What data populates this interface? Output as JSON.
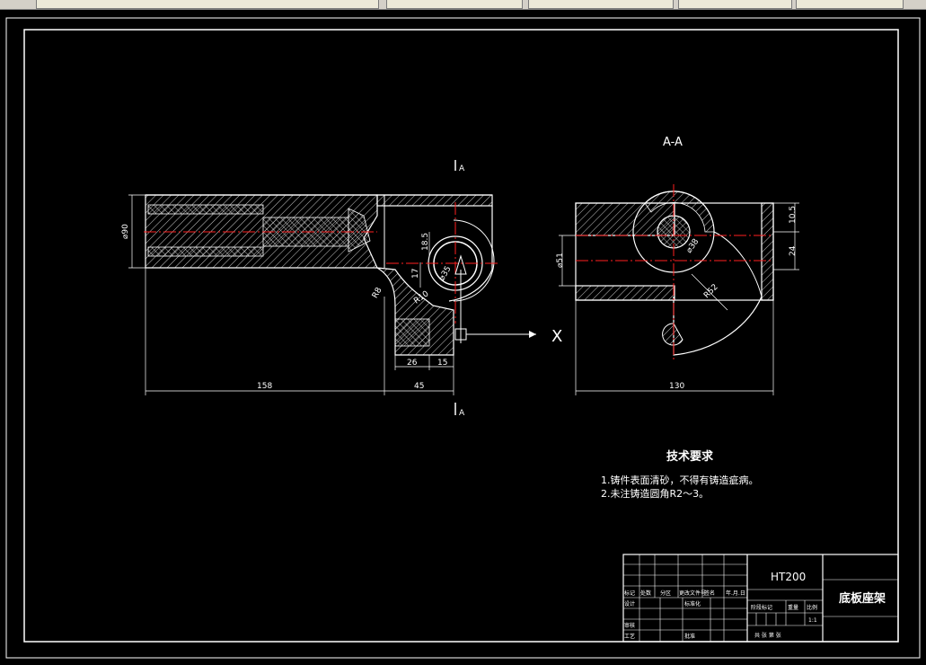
{
  "view_title": "A-A",
  "section_marker_label": "A",
  "dims": {
    "d90": "⌀90",
    "len158": "158",
    "len45": "45",
    "len26": "26",
    "len15": "15",
    "h18_5": "18.5",
    "h17": "17",
    "r10": "R10",
    "r8": "R8",
    "d35": "⌀35",
    "w130": "130",
    "d51": "⌀51",
    "d38": "⌀38",
    "r52": "R52",
    "h10_5": "10.5",
    "h24": "24"
  },
  "tech": {
    "title": "技术要求",
    "line1": "1.铸件表面清砂，不得有铸造疵病。",
    "line2": "2.未注铸造圆角R2～3。"
  },
  "title_block": {
    "material": "HT200",
    "part_name": "底板座架",
    "scale": "1:1",
    "row_labels": [
      "标记",
      "处数",
      "分区",
      "更改文件号",
      "签名",
      "年.月.日"
    ],
    "design": "设计",
    "standard": "标准化",
    "review": "审核",
    "process": "工艺",
    "approve": "批准",
    "stage_label": "阶段标记",
    "weight_label": "重量",
    "scale_label": "比例",
    "sheets_label": "共 张 第 张"
  },
  "colors": {
    "bg": "#000000",
    "line": "#ffffff",
    "center": "#ff2020",
    "window": "#d4d0c8"
  }
}
